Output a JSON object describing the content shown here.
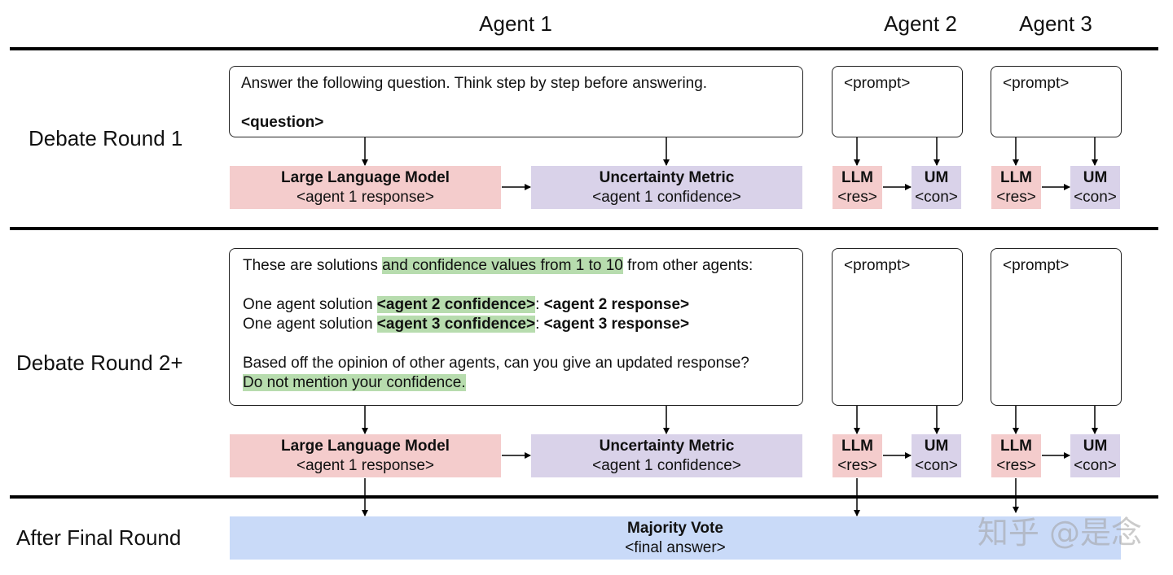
{
  "headers": {
    "agent1": "Agent 1",
    "agent2": "Agent 2",
    "agent3": "Agent 3"
  },
  "rows": {
    "round1": "Debate Round 1",
    "round2": "Debate Round 2+",
    "final": "After Final Round"
  },
  "round1_prompt": {
    "line1": "Answer the following question. Think step by step before answering.",
    "line2": "<question>"
  },
  "round2_prompt": {
    "l1a": "These are solutions ",
    "l1b": "and confidence values from 1 to 10",
    "l1c": " from other agents:",
    "l2a": "One agent solution ",
    "l2b": "<agent 2 confidence>",
    "l2c": ": ",
    "l2d": "<agent 2 response>",
    "l3a": "One agent solution ",
    "l3b": "<agent 3 confidence>",
    "l3c": ": ",
    "l3d": "<agent 3 response>",
    "l4": "Based off the opinion of other agents, can you give an updated response?",
    "l5": "Do not mention your confidence."
  },
  "small_prompt": "<prompt>",
  "llm": {
    "title": "Large Language Model",
    "sub": "<agent 1 response>"
  },
  "um": {
    "title": "Uncertainty Metric",
    "sub": "<agent 1 confidence>"
  },
  "llm_small": {
    "title": "LLM",
    "sub": "<res>"
  },
  "um_small": {
    "title": "UM",
    "sub": "<con>"
  },
  "vote": {
    "title": "Majority Vote",
    "sub": "<final answer>"
  },
  "watermark": "知乎 @是念",
  "colors": {
    "llm": "#f4cccc",
    "um": "#d9d2e9",
    "vote": "#c9daf8",
    "highlight": "#b7dcae"
  }
}
